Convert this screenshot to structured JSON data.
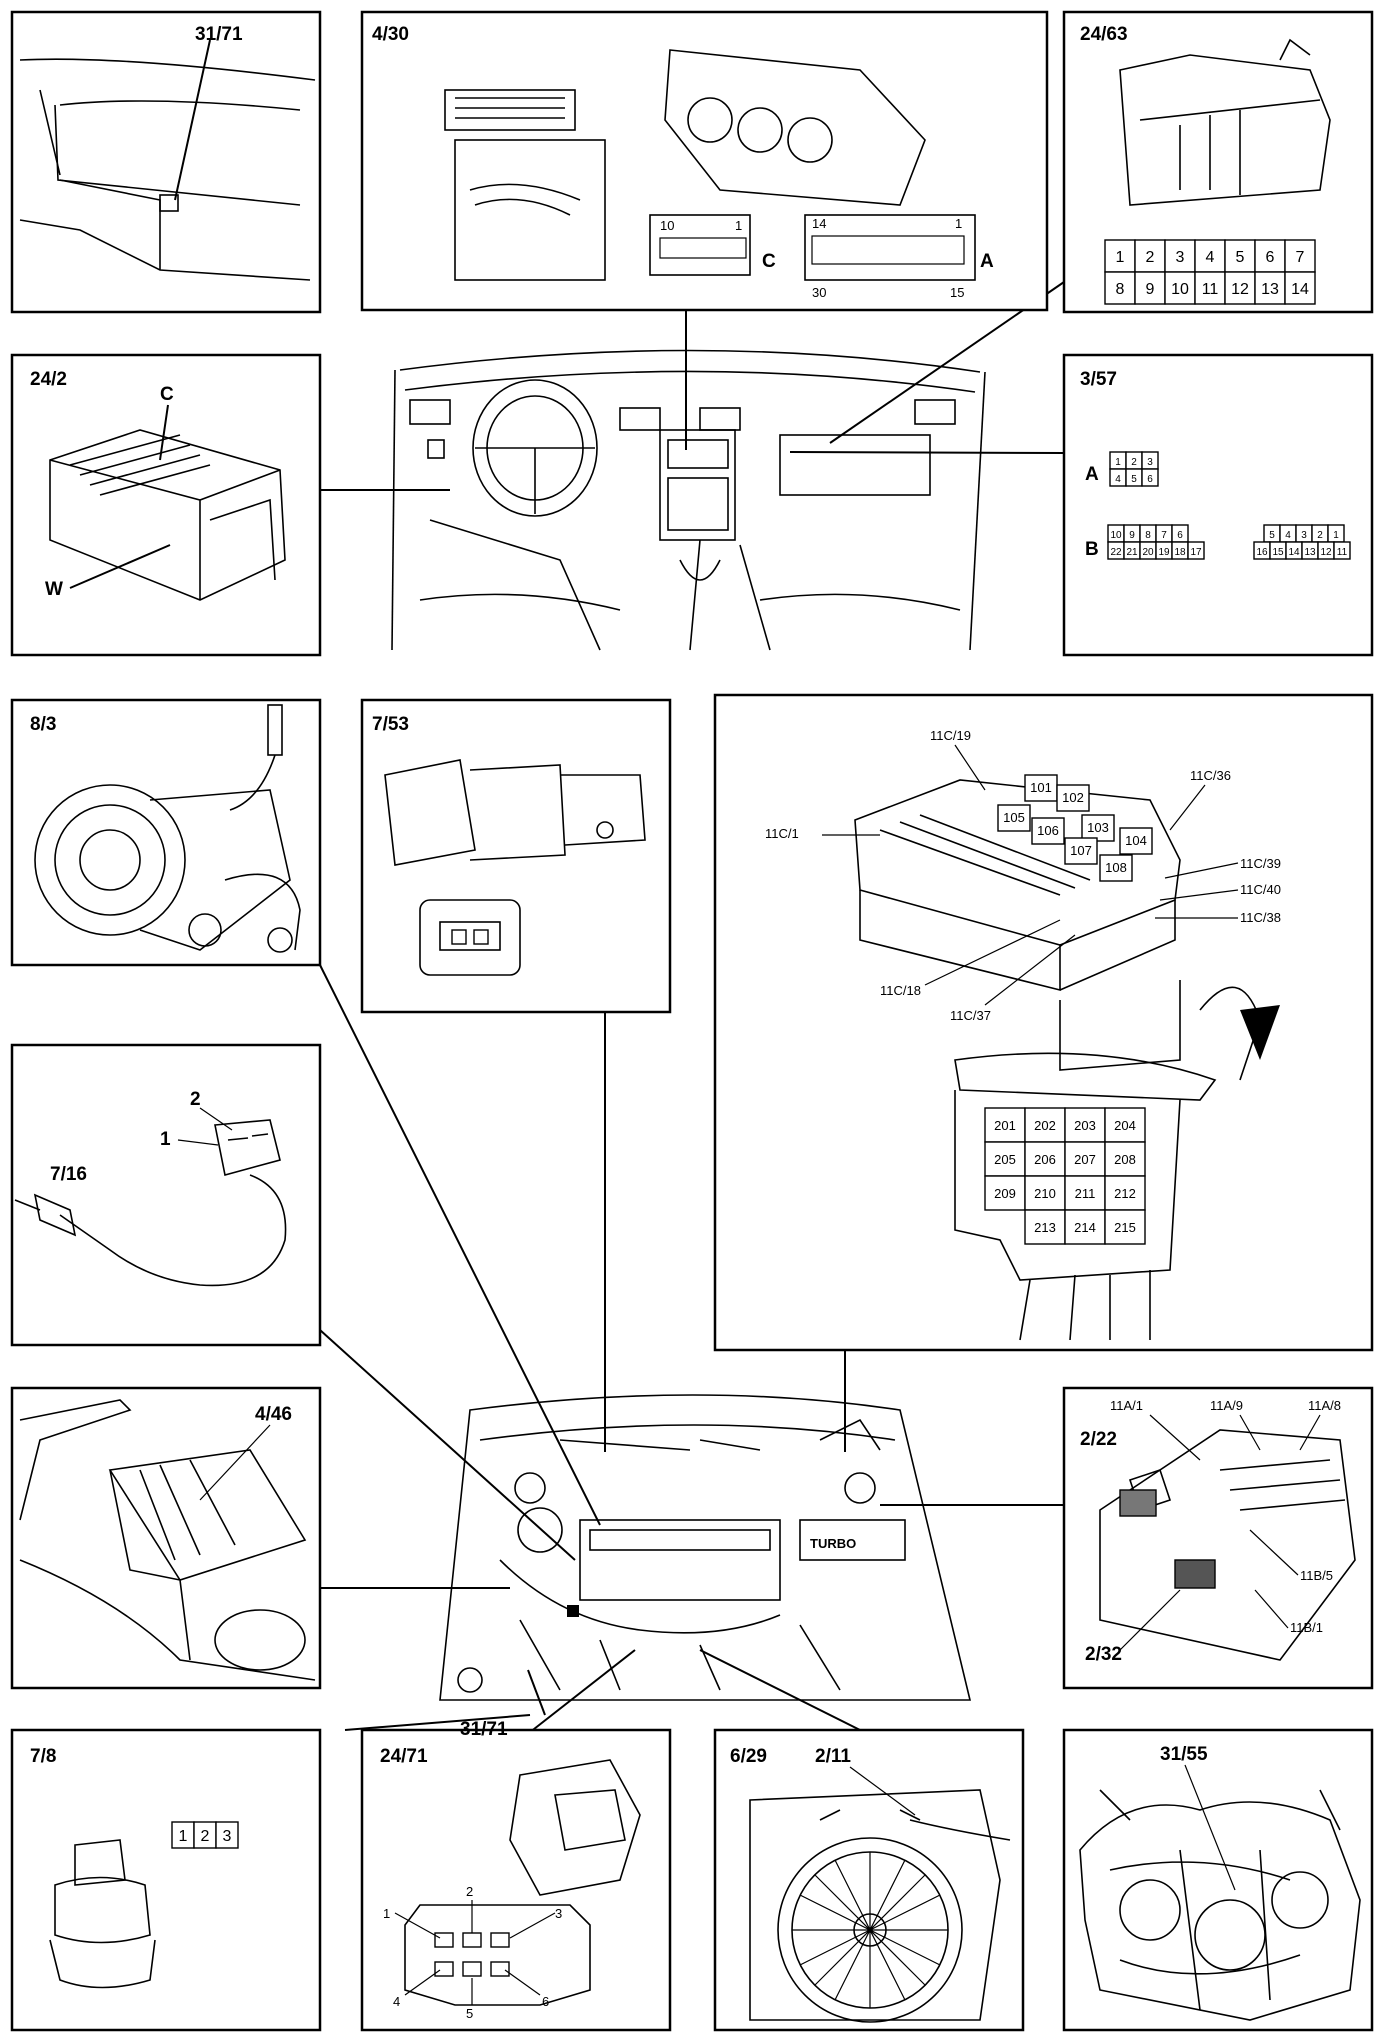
{
  "panels": {
    "p31_71_top": "31/71",
    "p4_30": "4/30",
    "p24_63": "24/63",
    "p24_2": "24/2",
    "p3_57": "3/57",
    "p8_3": "8/3",
    "p7_53": "7/53",
    "p7_16": "7/16",
    "p4_46": "4/46",
    "p7_8": "7/8",
    "p24_71": "24/71",
    "p6_29": "6/29",
    "p31_55": "31/55",
    "p31_71_bottom": "31/71"
  },
  "p4_30": {
    "conn_c_left": "10",
    "conn_c_right": "1",
    "conn_c_letter": "C",
    "conn_a_tl": "14",
    "conn_a_tr": "1",
    "conn_a_bl": "30",
    "conn_a_br": "15",
    "conn_a_letter": "A"
  },
  "p24_63": {
    "row1": [
      "1",
      "2",
      "3",
      "4",
      "5",
      "6",
      "7"
    ],
    "row2": [
      "8",
      "9",
      "10",
      "11",
      "12",
      "13",
      "14"
    ]
  },
  "p24_2": {
    "label_c": "C",
    "label_w": "W"
  },
  "p3_57": {
    "a_letter": "A",
    "a_row1": [
      "1",
      "2",
      "3"
    ],
    "a_row2": [
      "4",
      "5",
      "6"
    ],
    "b_letter": "B",
    "b_row1_left": [
      "10",
      "9",
      "8",
      "7",
      "6"
    ],
    "b_row1_right": [
      "5",
      "4",
      "3",
      "2",
      "1"
    ],
    "b_row2_left": [
      "22",
      "21",
      "20",
      "19",
      "18",
      "17"
    ],
    "b_row2_right": [
      "16",
      "15",
      "14",
      "13",
      "12",
      "11"
    ]
  },
  "fusebox": {
    "labels": [
      "11C/19",
      "11C/36",
      "11C/1",
      "11C/39",
      "11C/40",
      "11C/38",
      "11C/18",
      "11C/37"
    ],
    "relays_top": [
      "101",
      "102",
      "105",
      "106",
      "103",
      "107",
      "104",
      "108"
    ],
    "relays_bottom": [
      "201",
      "202",
      "203",
      "204",
      "205",
      "206",
      "207",
      "208",
      "209",
      "210",
      "211",
      "212",
      "213",
      "214",
      "215"
    ]
  },
  "p7_16": {
    "pin1": "1",
    "pin2": "2"
  },
  "p2_22": {
    "l1": "11A/1",
    "l2": "11A/9",
    "l3": "11A/8",
    "l4": "2/22",
    "l5": "11B/5",
    "l6": "11B/1",
    "l7": "2/32"
  },
  "p7_8": {
    "pins": [
      "1",
      "2",
      "3"
    ]
  },
  "p24_71": {
    "pins": [
      "1",
      "2",
      "3",
      "4",
      "5",
      "6"
    ]
  },
  "p6_29": {
    "sub": "2/11"
  },
  "engine": {
    "turbo": "TURBO"
  }
}
